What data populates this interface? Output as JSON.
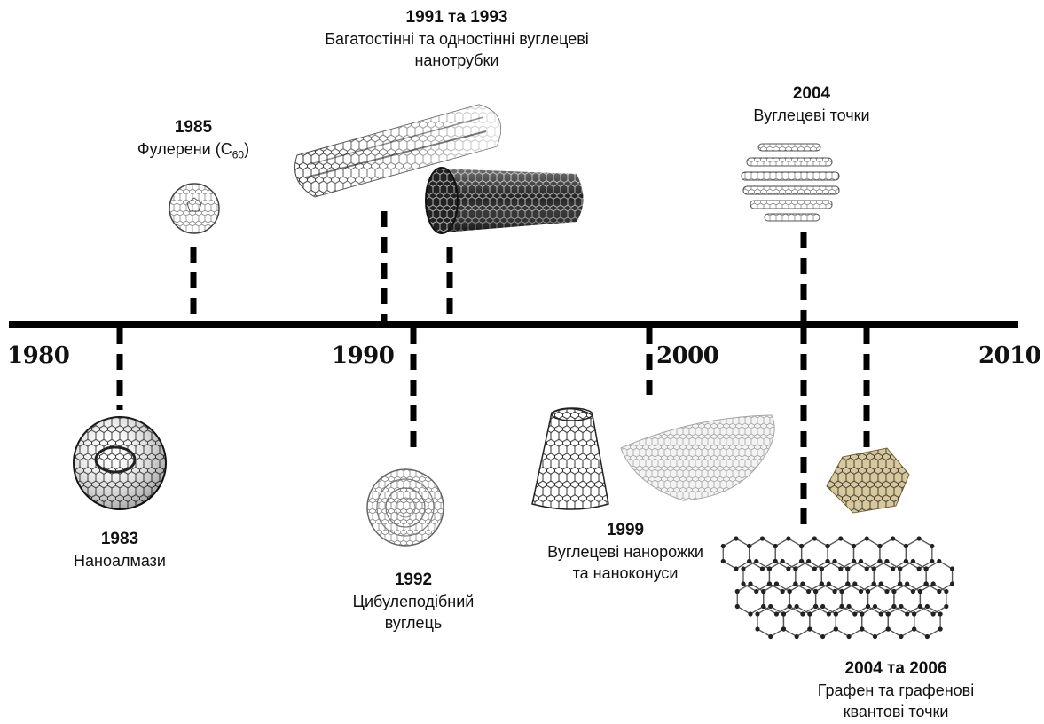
{
  "axis": {
    "ticks": [
      "1980",
      "1990",
      "2000",
      "2010"
    ],
    "range": [
      1980,
      2010
    ]
  },
  "events": [
    {
      "id": "nanodiamonds",
      "year_label": "1983",
      "lines": [
        "Наноалмази"
      ],
      "year": 1983,
      "side": "below"
    },
    {
      "id": "fullerenes",
      "year_label": "1985",
      "text_main": "Фулерени (С",
      "text_sub": "60",
      "text_end": ")",
      "year": 1985,
      "side": "above"
    },
    {
      "id": "nanotubes",
      "year_label": "1991 та 1993",
      "lines": [
        "Багатостінні та одностінні вуглецеві",
        "нанотрубки"
      ],
      "years": [
        1991,
        1993
      ],
      "side": "above"
    },
    {
      "id": "onion-carbon",
      "year_label": "1992",
      "lines": [
        "Цибулеподібний",
        "вуглець"
      ],
      "year": 1992,
      "side": "below"
    },
    {
      "id": "nanohorns",
      "year_label": "1999",
      "lines": [
        "Вуглецеві нанорожки",
        "та наноконуси"
      ],
      "year": 1999,
      "side": "below"
    },
    {
      "id": "carbon-dots",
      "year_label": "2004",
      "lines": [
        "Вуглецеві точки"
      ],
      "year": 2004,
      "side": "above"
    },
    {
      "id": "graphene",
      "year_label": "2004 та 2006",
      "lines": [
        "Графен та графенові",
        "квантові точки"
      ],
      "years": [
        2004,
        2006
      ],
      "side": "below"
    }
  ]
}
